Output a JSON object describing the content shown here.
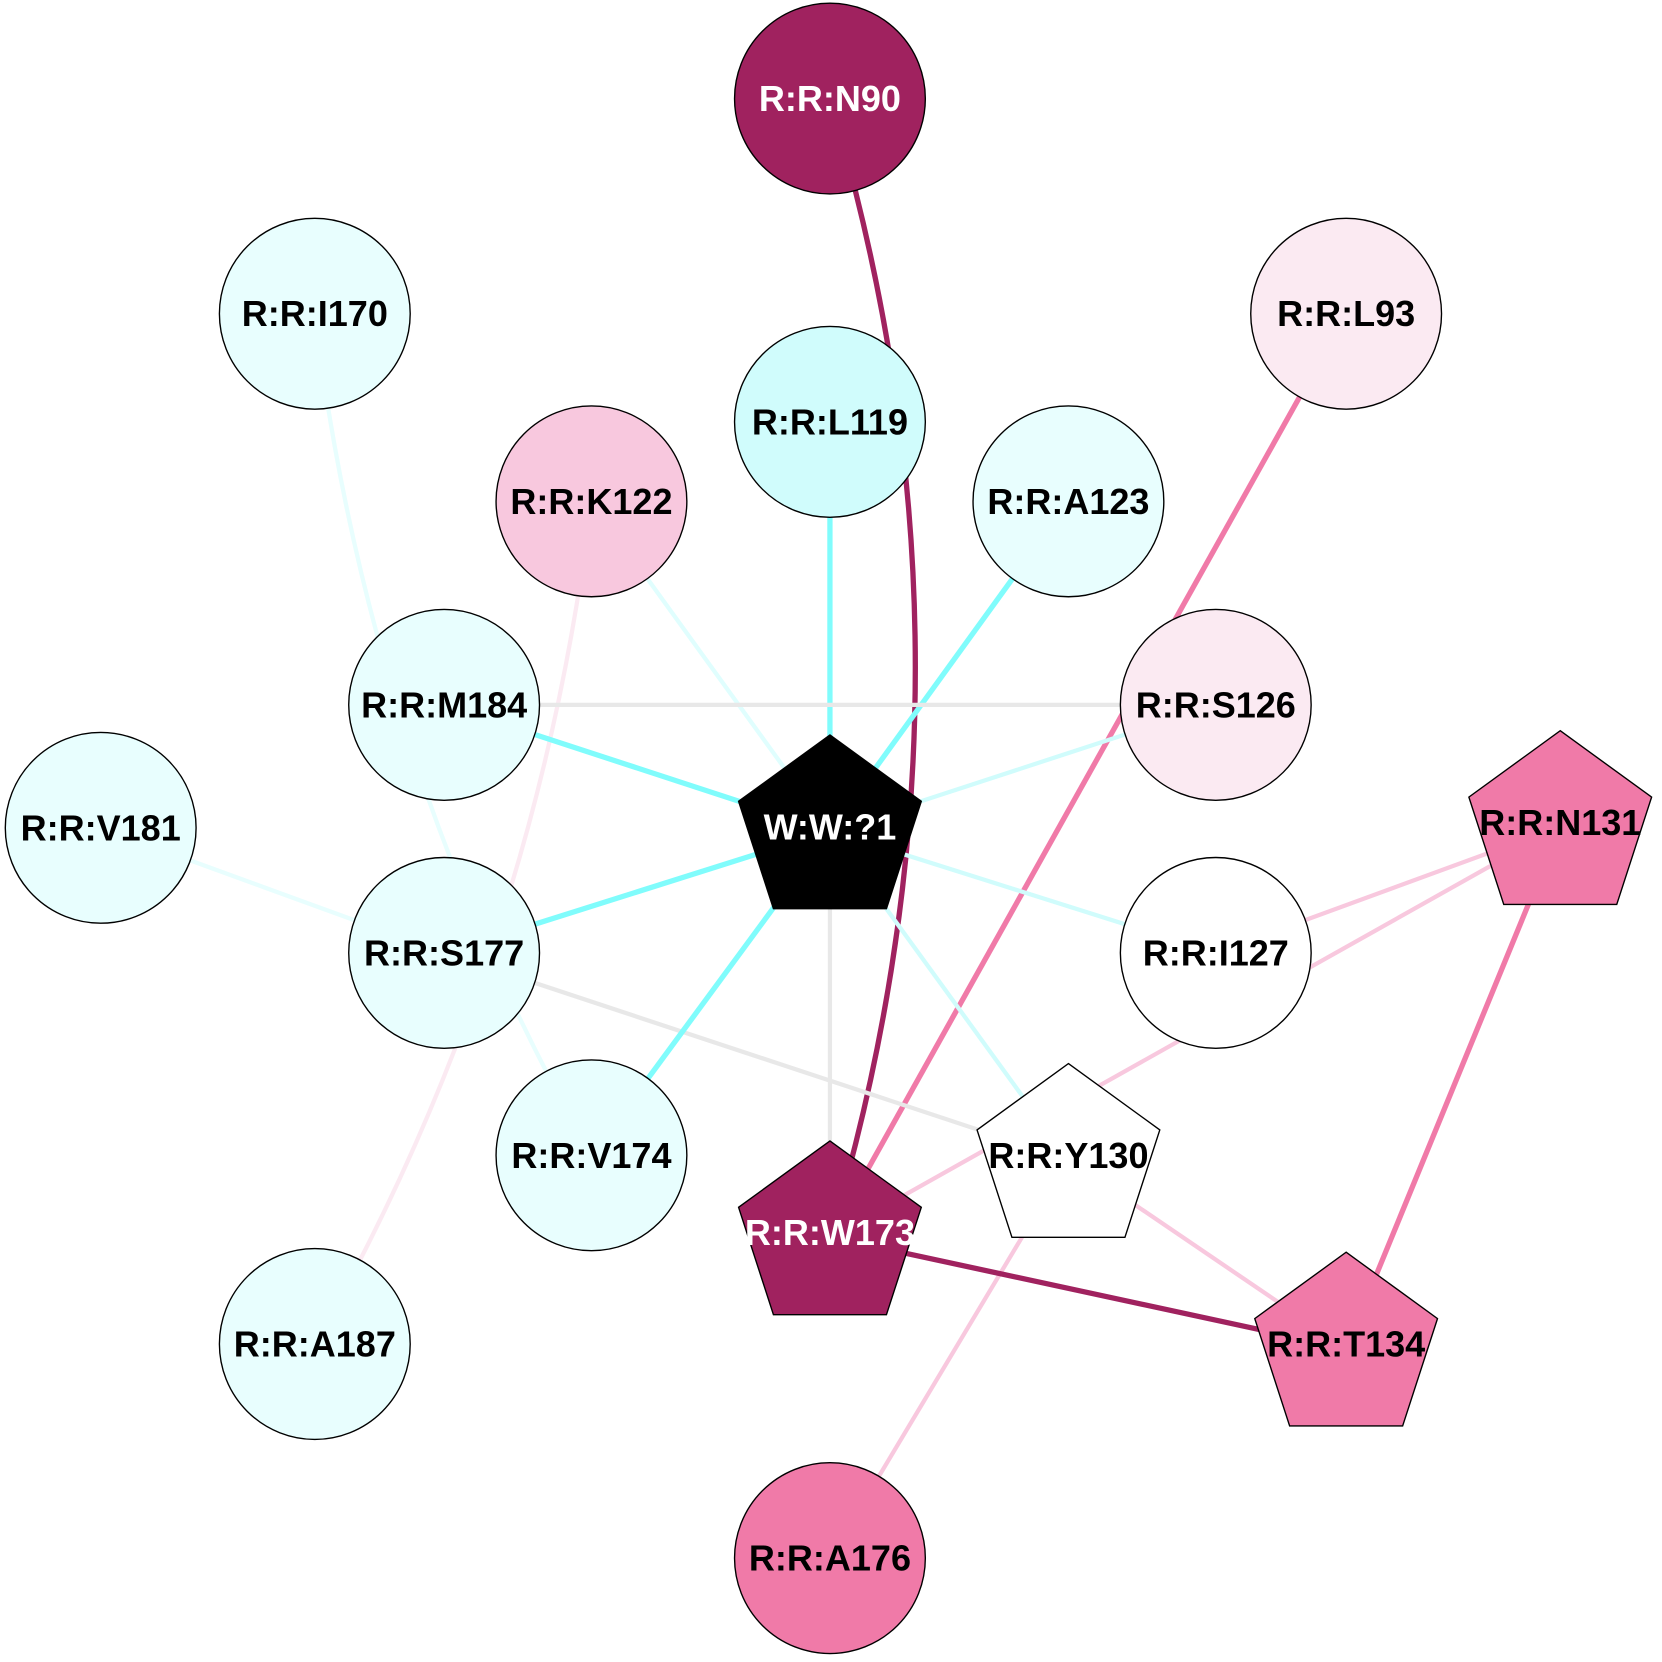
{
  "nodes": [
    {
      "id": "N90",
      "label": "R:R:N90",
      "shape": "circle",
      "fill": "#a0225f",
      "text": "#ffffff"
    },
    {
      "id": "I170",
      "label": "R:R:I170",
      "shape": "circle",
      "fill": "#e8fefe",
      "text": "#000000"
    },
    {
      "id": "L93",
      "label": "R:R:L93",
      "shape": "circle",
      "fill": "#fbeaf2",
      "text": "#000000"
    },
    {
      "id": "L119",
      "label": "R:R:L119",
      "shape": "circle",
      "fill": "#d0fcfc",
      "text": "#000000"
    },
    {
      "id": "K122",
      "label": "R:R:K122",
      "shape": "circle",
      "fill": "#f8c8de",
      "text": "#000000"
    },
    {
      "id": "A123",
      "label": "R:R:A123",
      "shape": "circle",
      "fill": "#e8fefe",
      "text": "#000000"
    },
    {
      "id": "M184",
      "label": "R:R:M184",
      "shape": "circle",
      "fill": "#e8fefe",
      "text": "#000000"
    },
    {
      "id": "S126",
      "label": "R:R:S126",
      "shape": "circle",
      "fill": "#fbeaf2",
      "text": "#000000"
    },
    {
      "id": "V181",
      "label": "R:R:V181",
      "shape": "circle",
      "fill": "#e8fefe",
      "text": "#000000"
    },
    {
      "id": "W1",
      "label": "W:W:?1",
      "shape": "pentagon",
      "fill": "#000000",
      "text": "#ffffff"
    },
    {
      "id": "N131",
      "label": "R:R:N131",
      "shape": "pentagon",
      "fill": "#f07aa8",
      "text": "#000000"
    },
    {
      "id": "S177",
      "label": "R:R:S177",
      "shape": "circle",
      "fill": "#e8fefe",
      "text": "#000000"
    },
    {
      "id": "I127",
      "label": "R:R:I127",
      "shape": "circle",
      "fill": "#ffffff",
      "text": "#000000"
    },
    {
      "id": "V174",
      "label": "R:R:V174",
      "shape": "circle",
      "fill": "#e8fefe",
      "text": "#000000"
    },
    {
      "id": "Y130",
      "label": "R:R:Y130",
      "shape": "pentagon",
      "fill": "#ffffff",
      "text": "#000000"
    },
    {
      "id": "W173",
      "label": "R:R:W173",
      "shape": "pentagon",
      "fill": "#a0225f",
      "text": "#ffffff"
    },
    {
      "id": "T134",
      "label": "R:R:T134",
      "shape": "pentagon",
      "fill": "#f07aa8",
      "text": "#000000"
    },
    {
      "id": "A187",
      "label": "R:R:A187",
      "shape": "circle",
      "fill": "#e8fefe",
      "text": "#000000"
    },
    {
      "id": "A176",
      "label": "R:R:A176",
      "shape": "circle",
      "fill": "#f07aa8",
      "text": "#000000"
    }
  ],
  "edges": [
    {
      "from": "N90",
      "to": "W173",
      "color": "#a0225f",
      "weight": "strong",
      "curve": "left"
    },
    {
      "from": "L93",
      "to": "W173",
      "color": "#f07aa8",
      "weight": "strong"
    },
    {
      "from": "I170",
      "to": "V174",
      "color": "#e8fefe",
      "weight": "weak",
      "curve": "right"
    },
    {
      "from": "K122",
      "to": "A187",
      "color": "#fbeaf2",
      "weight": "weak",
      "curve": "left"
    },
    {
      "from": "L119",
      "to": "W1",
      "color": "#80fcfc",
      "weight": "strong"
    },
    {
      "from": "A123",
      "to": "W1",
      "color": "#80fcfc",
      "weight": "strong"
    },
    {
      "from": "K122",
      "to": "W1",
      "color": "#e0fefe",
      "weight": "weak"
    },
    {
      "from": "M184",
      "to": "S126",
      "color": "#e8e8e8",
      "weight": "weak"
    },
    {
      "from": "M184",
      "to": "W1",
      "color": "#80fcfc",
      "weight": "strong"
    },
    {
      "from": "S126",
      "to": "W1",
      "color": "#d0fcfc",
      "weight": "weak"
    },
    {
      "from": "V181",
      "to": "S177",
      "color": "#e8fefe",
      "weight": "weak"
    },
    {
      "from": "S177",
      "to": "W1",
      "color": "#80fcfc",
      "weight": "strong"
    },
    {
      "from": "S177",
      "to": "Y130",
      "color": "#e8e8e8",
      "weight": "weak"
    },
    {
      "from": "W1",
      "to": "I127",
      "color": "#d0fcfc",
      "weight": "weak"
    },
    {
      "from": "W1",
      "to": "Y130",
      "color": "#d0fcfc",
      "weight": "weak"
    },
    {
      "from": "W1",
      "to": "V174",
      "color": "#80fcfc",
      "weight": "strong"
    },
    {
      "from": "W1",
      "to": "W173",
      "color": "#e8e8e8",
      "weight": "weak"
    },
    {
      "from": "I127",
      "to": "N131",
      "color": "#f8c8de",
      "weight": "weak"
    },
    {
      "from": "N131",
      "to": "W173",
      "color": "#f8c8de",
      "weight": "weak"
    },
    {
      "from": "N131",
      "to": "T134",
      "color": "#f07aa8",
      "weight": "strong"
    },
    {
      "from": "Y130",
      "to": "T134",
      "color": "#f8c8de",
      "weight": "weak"
    },
    {
      "from": "Y130",
      "to": "A176",
      "color": "#f8c8de",
      "weight": "weak"
    },
    {
      "from": "W173",
      "to": "T134",
      "color": "#a0225f",
      "weight": "strong"
    }
  ]
}
